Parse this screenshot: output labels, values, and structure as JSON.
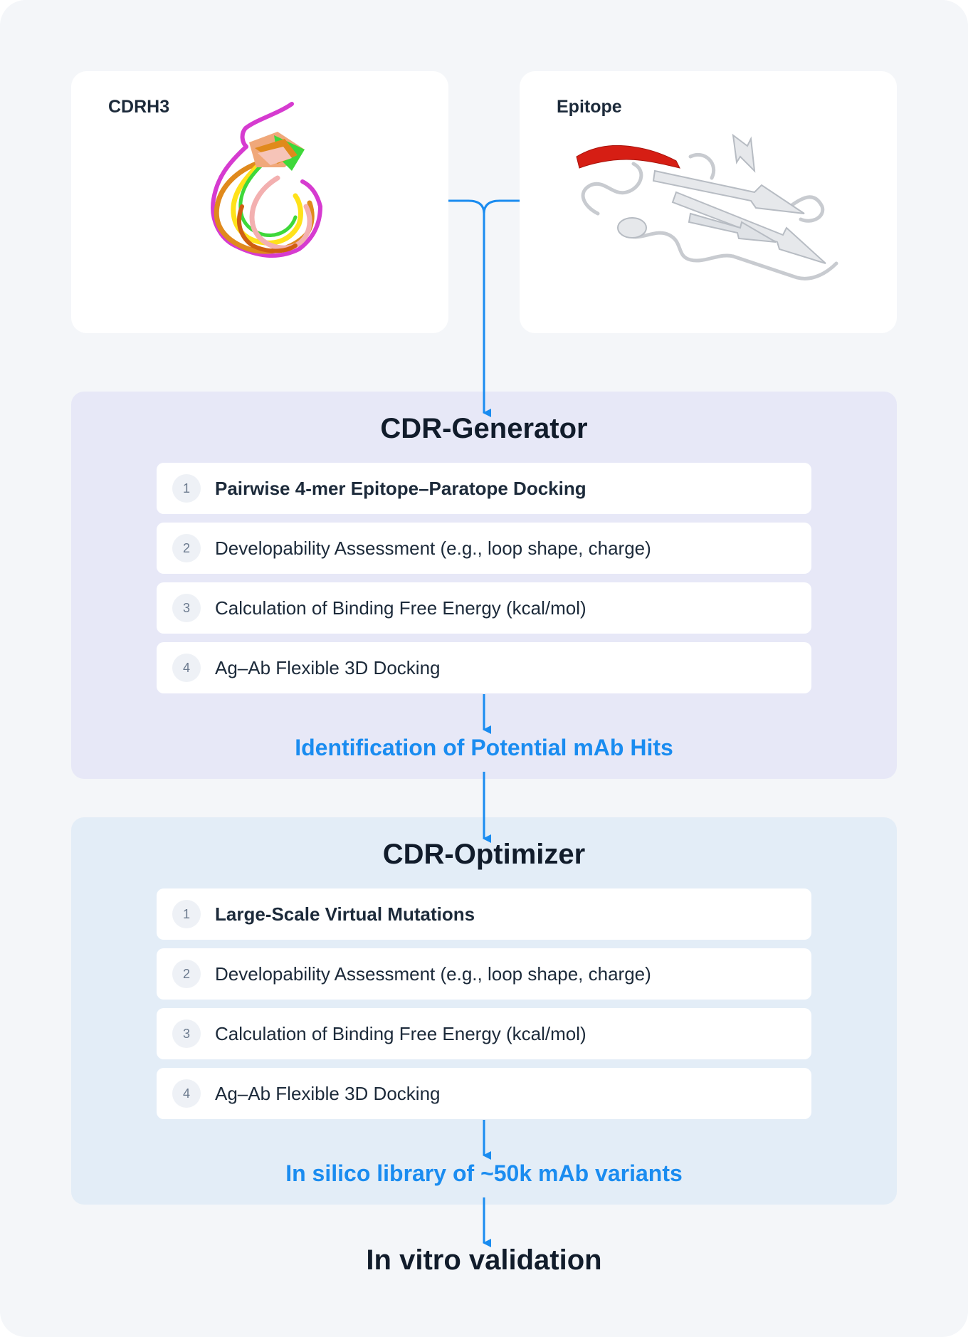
{
  "cards": {
    "left_title": "CDRH3",
    "right_title": "Epitope"
  },
  "generator": {
    "title": "CDR-Generator",
    "steps": [
      {
        "num": "1",
        "label": "Pairwise 4-mer Epitope–Paratope Docking"
      },
      {
        "num": "2",
        "label": "Developability Assessment (e.g., loop shape, charge)"
      },
      {
        "num": "3",
        "label": "Calculation of Binding Free Energy (kcal/mol)"
      },
      {
        "num": "4",
        "label": "Ag–Ab Flexible 3D Docking"
      }
    ],
    "result": "Identification of Potential mAb Hits"
  },
  "optimizer": {
    "title": "CDR-Optimizer",
    "steps": [
      {
        "num": "1",
        "label": "Large-Scale Virtual Mutations"
      },
      {
        "num": "2",
        "label": "Developability Assessment (e.g., loop shape, charge)"
      },
      {
        "num": "3",
        "label": "Calculation of Binding Free Energy (kcal/mol)"
      },
      {
        "num": "4",
        "label": "Ag–Ab Flexible 3D Docking"
      }
    ],
    "result": "In silico library of ~50k mAb variants"
  },
  "final": "In vitro validation",
  "colors": {
    "accent": "#1a8cf0",
    "generator_bg": "#e7e8f7",
    "optimizer_bg": "#e3edf7",
    "epitope_highlight": "#d61e14"
  }
}
